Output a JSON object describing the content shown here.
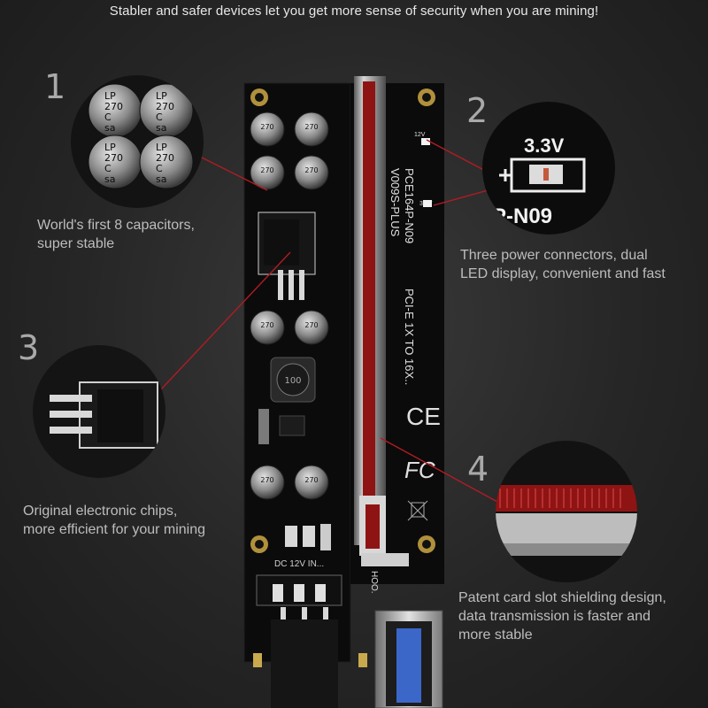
{
  "headline": "Stabler and safer devices let you get more sense of security when you are mining!",
  "features": [
    {
      "number": "1",
      "caption_lines": [
        "World's first 8 capacitors,",
        "super stable"
      ]
    },
    {
      "number": "2",
      "caption_lines": [
        "Three power connectors, dual",
        "LED display, convenient and fast"
      ]
    },
    {
      "number": "3",
      "caption_lines": [
        "Original electronic chips,",
        "more efficient for your mining"
      ]
    },
    {
      "number": "4",
      "caption_lines": [
        "Patent card slot shielding design,",
        "data transmission is faster and",
        "more stable"
      ]
    }
  ],
  "board": {
    "model": "PCE164P-N09",
    "version": "V009S-PLUS",
    "interface": "PCI-E 1X TO 16X..",
    "ce_mark": "CE",
    "fc_mark": "FC",
    "capacitor_label": [
      "LP",
      "270",
      "C",
      "sa"
    ],
    "inductor_label": "100",
    "power_label": "DC 12V IN...",
    "led_labels": [
      "12V",
      "3.3V"
    ],
    "slot_label": "HOO."
  },
  "zoom2": {
    "voltage": "3.3V",
    "partial_text": "P-N09"
  },
  "colors": {
    "background": "#262626",
    "pcb": "#0b0b0b",
    "slot_red": "#8e1414",
    "callout_line": "#b01c24"
  }
}
